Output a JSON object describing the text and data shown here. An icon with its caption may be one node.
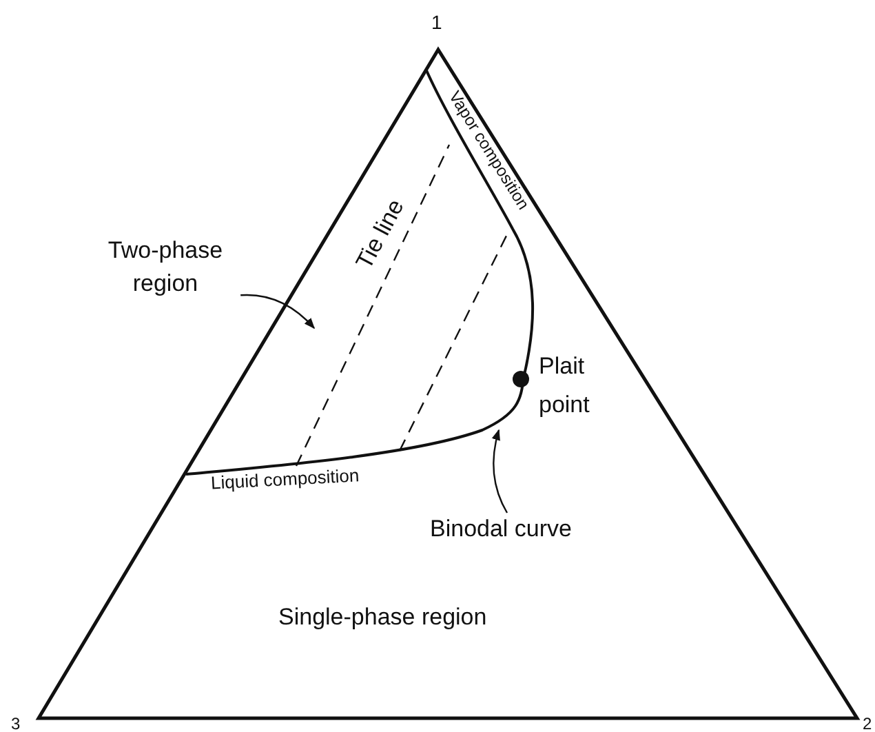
{
  "diagram": {
    "nodes": [
      {
        "text": [
          "Two-phase region"
        ]
      },
      {
        "text": [
          "Binodal curve"
        ]
      }
    ],
    "edges": [
      {
        "from": 0,
        "to": null,
        "arrow": "to"
      },
      {
        "from": 1,
        "to": null,
        "arrow": "to"
      }
    ],
    "labels": [
      "1",
      "Vapor composition",
      "Tie line",
      "Plait point",
      "Liquid composition",
      "Single-phase region",
      "3",
      "2"
    ]
  }
}
